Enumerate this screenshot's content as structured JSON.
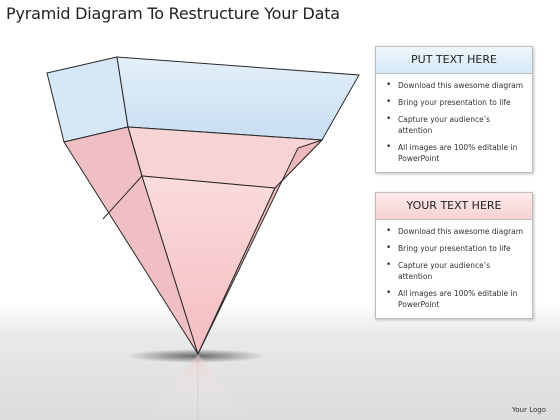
{
  "title": "Pyramid Diagram To Restructure Your Data",
  "panels": [
    {
      "header": "PUT TEXT HERE",
      "bullets": [
        "Download this awesome diagram",
        "Bring your presentation to life",
        "Capture your audience’s attention",
        "All images are 100% editable in PowerPoint"
      ]
    },
    {
      "header": "YOUR TEXT HERE",
      "bullets": [
        "Download this awesome diagram",
        "Bring your presentation to life",
        "Capture your audience’s attention",
        "All images are 100% editable in PowerPoint"
      ]
    }
  ],
  "logo": "Your Logo",
  "colors": {
    "top_layer": "#cfe4f5",
    "lower_layer": "#f6c8cb",
    "outline": "#2a2a2a"
  }
}
